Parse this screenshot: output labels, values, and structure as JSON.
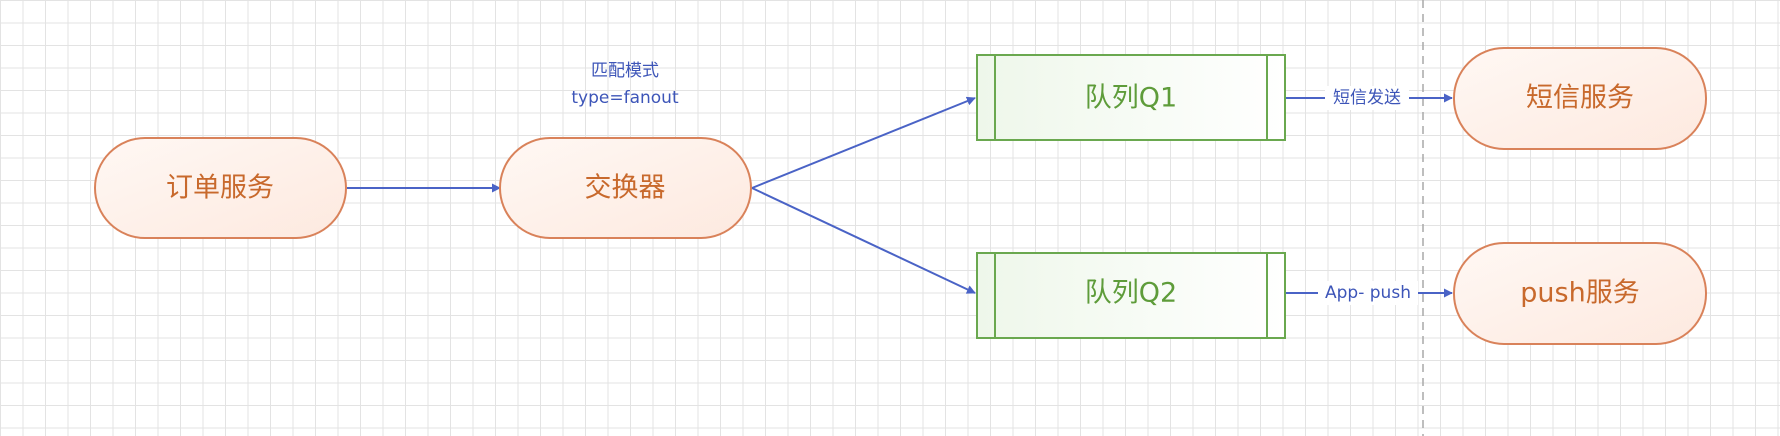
{
  "nodes": {
    "order_service": "订单服务",
    "exchange": "交换器",
    "queue1": "队列Q1",
    "queue2": "队列Q2",
    "sms_service": "短信服务",
    "push_service": "push服务"
  },
  "exchange_note": {
    "line1": "匹配模式",
    "line2": "type=fanout"
  },
  "edge_labels": {
    "q1_to_sms": "短信发送",
    "q2_to_push": "App- push"
  },
  "colors": {
    "service_border": "#d9825a",
    "service_text": "#c8692c",
    "queue_border": "#6aa84f",
    "queue_text": "#5e9c3a",
    "arrow": "#4a63c6",
    "label_text": "#3d55b8"
  }
}
